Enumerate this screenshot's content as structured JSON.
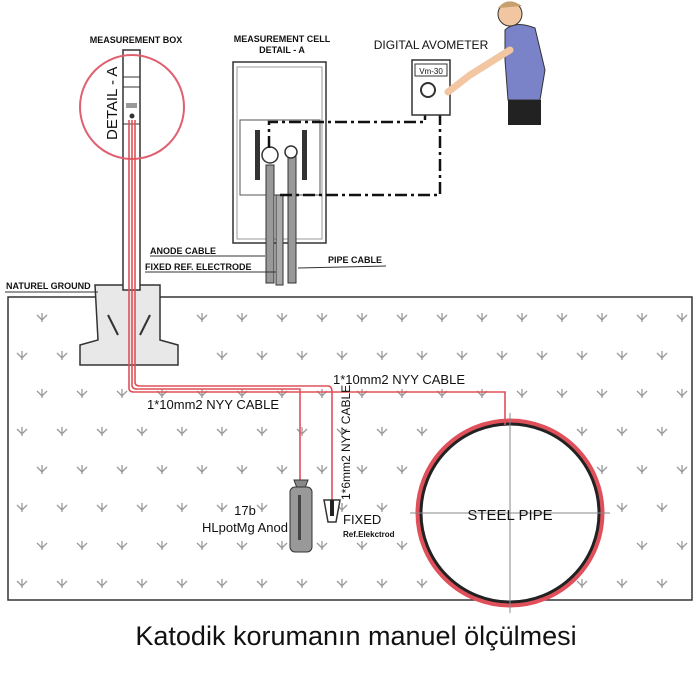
{
  "labels": {
    "measurement_box": "MEASUREMENT BOX",
    "detail_a_circle": "DETAIL - A",
    "measurement_cell": "MEASUREMENT CELL",
    "measurement_cell_detail": "DETAIL - A",
    "digital_avometer": "DIGITAL AVOMETER",
    "meter_model": "Vm-30",
    "anode_cable": "ANODE CABLE",
    "fixed_ref_electrode": "FIXED REF. ELECTRODE",
    "pipe_cable": "PIPE CABLE",
    "naturel_ground": "NATUREL GROUND",
    "cable_pipe": "1*10mm2 NYY CABLE",
    "cable_anode": "1*10mm2 NYY CABLE",
    "cable_ref": "1*6mm2 NYY CABLE",
    "anode_line1": "17b",
    "anode_line2": "HLpotMg Anod",
    "ref_line1": "FIXED",
    "ref_line2": "Ref.Elekctrod",
    "steel_pipe": "STEEL PIPE"
  },
  "caption": "Katodik korumanın manuel ölçülmesi",
  "colors": {
    "cable": "#e0505a",
    "detail_circle": "#e06070",
    "line": "#222222",
    "soil_symbol": "#999999"
  }
}
